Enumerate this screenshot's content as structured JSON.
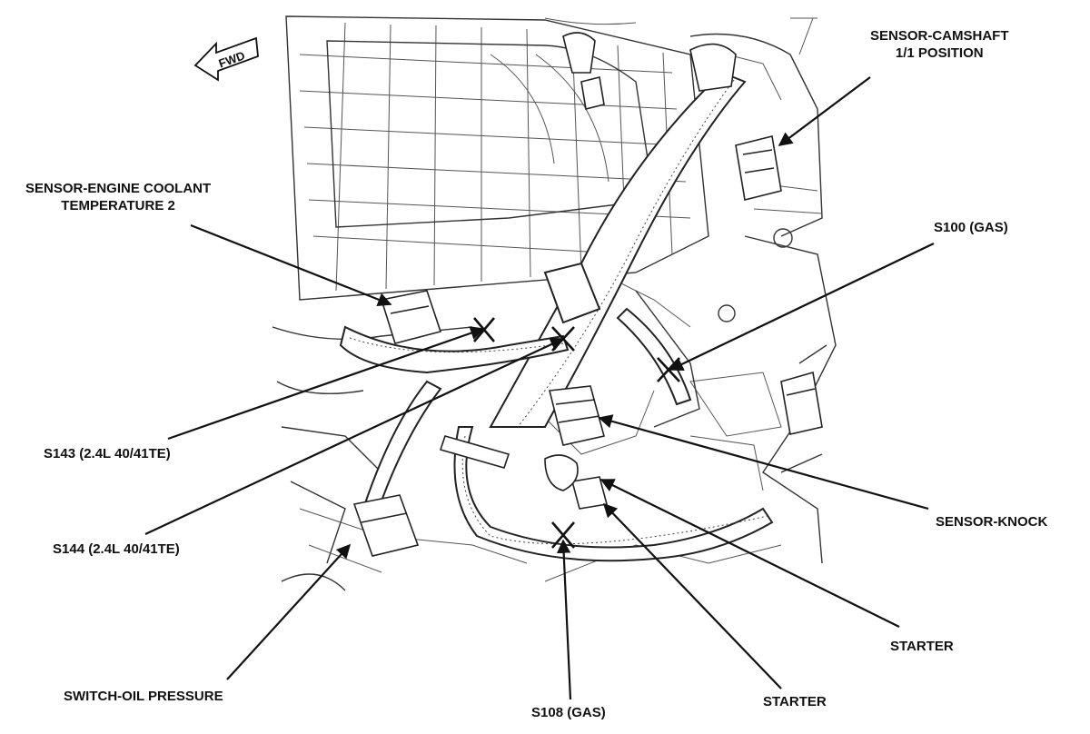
{
  "fwd_label": "FWD",
  "callouts": {
    "camshaft_sensor": [
      "SENSOR-CAMSHAFT",
      "1/1 POSITION"
    ],
    "coolant_sensor": [
      "SENSOR-ENGINE COOLANT",
      "TEMPERATURE 2"
    ],
    "s100": "S100 (GAS)",
    "s143": "S143 (2.4L 40/41TE)",
    "s144": "S144 (2.4L 40/41TE)",
    "knock_sensor": "SENSOR-KNOCK",
    "starter_upper": "STARTER",
    "starter_lower": "STARTER",
    "oil_pressure_switch": "SWITCH-OIL PRESSURE",
    "s108": "S108 (GAS)"
  }
}
